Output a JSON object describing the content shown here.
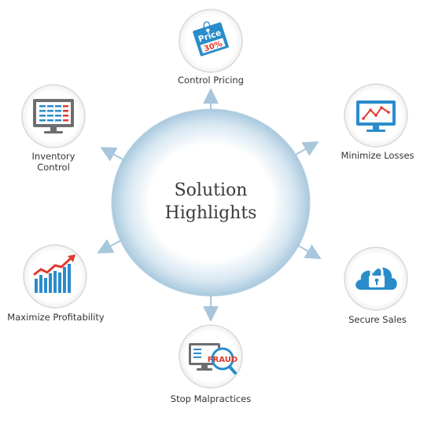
{
  "center": {
    "line1": "Solution",
    "line2": "Highlights"
  },
  "nodes": {
    "control_pricing": {
      "label": "Control Pricing",
      "icon": "price-tag-icon",
      "tag_line1": "Price",
      "tag_line2": "30%"
    },
    "minimize_losses": {
      "label": "Minimize Losses",
      "icon": "monitor-line-chart-icon"
    },
    "secure_sales": {
      "label": "Secure Sales",
      "icon": "cloud-lock-icon"
    },
    "stop_malpractices": {
      "label": "Stop Malpractices",
      "icon": "fraud-magnifier-icon",
      "stamp": "FRAUD"
    },
    "maximize_profitability": {
      "label": "Maximize Profitability",
      "icon": "bar-chart-arrow-icon"
    },
    "inventory_control": {
      "label_line1": "Inventory",
      "label_line2": "Control",
      "icon": "monitor-spreadsheet-icon"
    }
  },
  "colors": {
    "circle_edge": "#a9c9de",
    "circle_center": "#ffffff",
    "arrow": "#a8c6dc",
    "icon_ring": "#d9d9d9",
    "accent_blue": "#2a8ccb",
    "accent_red": "#e03a2f",
    "monitor_gray": "#6d6e70"
  }
}
